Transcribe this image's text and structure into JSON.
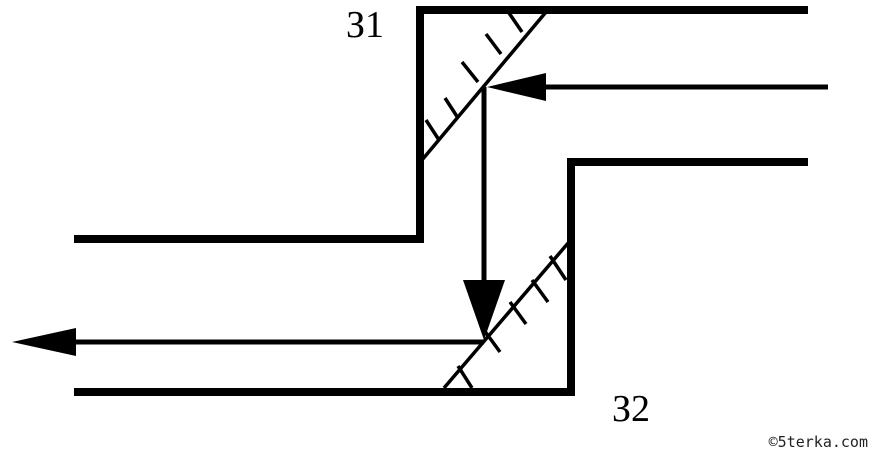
{
  "diagram": {
    "labels": {
      "mirror_1": "З1",
      "mirror_2": "З2"
    },
    "watermark": "©5terka.com",
    "colors": {
      "stroke": "#000000",
      "background": "#ffffff"
    }
  }
}
